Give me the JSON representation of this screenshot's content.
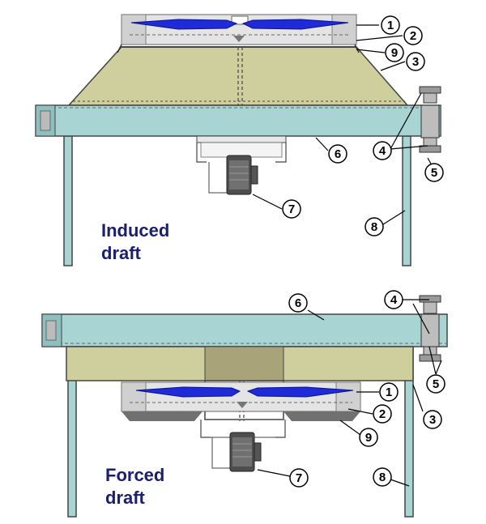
{
  "colors": {
    "tube_bundle": "#a8d4d4",
    "plenum": "#cfcf9e",
    "plenum_dark": "#a9a37a",
    "fan_blade": "#1f2ad8",
    "fan_ring": "#e4e4e4",
    "steel": "#555555",
    "label": "#1a2070"
  },
  "sections": [
    {
      "id": "induced",
      "label_line1": "Induced",
      "label_line2": "draft",
      "callouts": [
        "1",
        "2",
        "9",
        "3",
        "4",
        "5",
        "6",
        "7",
        "8"
      ]
    },
    {
      "id": "forced",
      "label_line1": "Forced",
      "label_line2": "draft",
      "callouts": [
        "6",
        "4",
        "5",
        "1",
        "2",
        "9",
        "3",
        "7",
        "8"
      ]
    }
  ]
}
